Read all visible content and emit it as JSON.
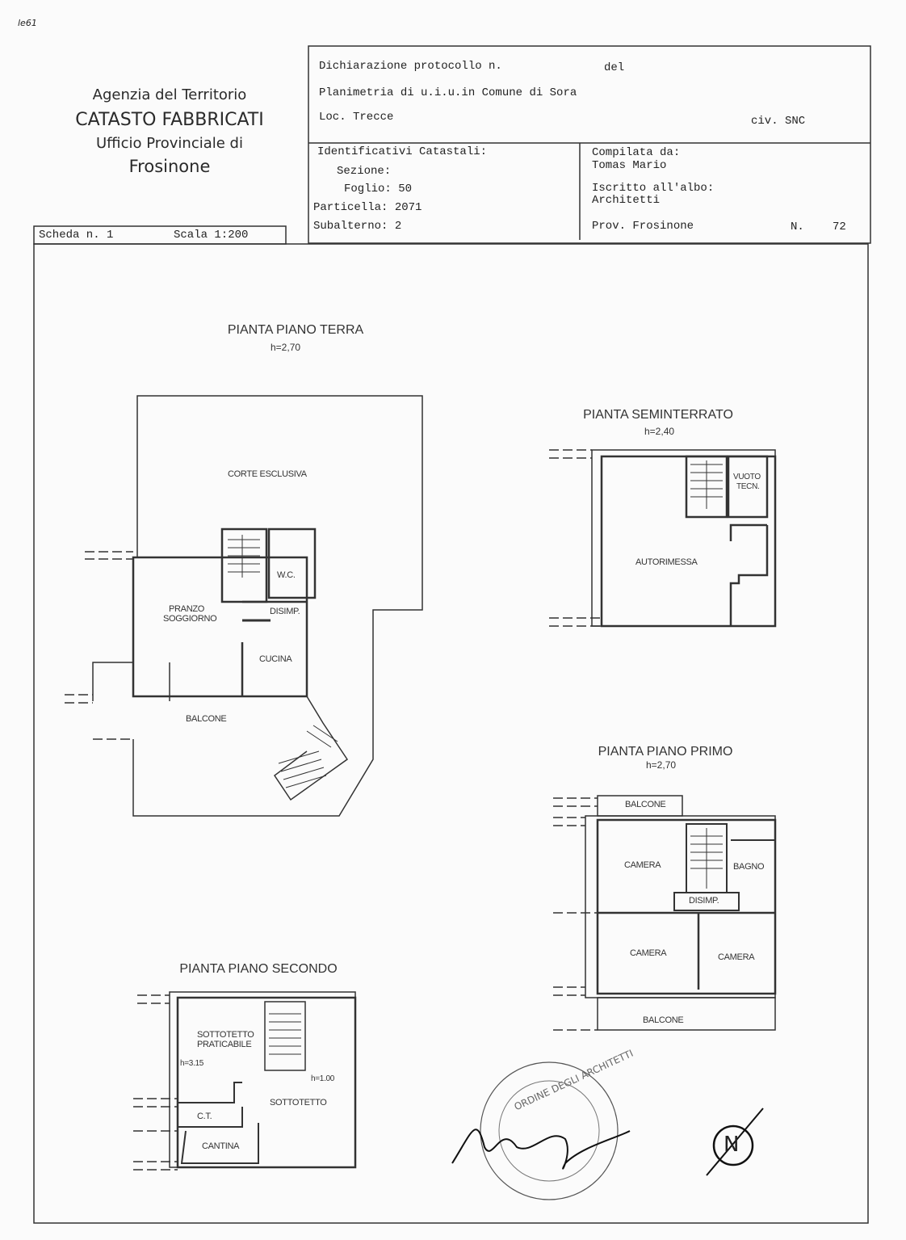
{
  "handwritten_note": "le61",
  "agency": {
    "line1": "Agenzia del Territorio",
    "line2": "CATASTO FABBRICATI",
    "line3": "Ufficio Provinciale di",
    "line4": "Frosinone"
  },
  "scheda": {
    "label": "Scheda n. 1",
    "scale": "Scala 1:200"
  },
  "header_box": {
    "protocol": "Dichiarazione protocollo n.",
    "del": "del",
    "planimetria": "Planimetria di u.i.u.in Comune di Sora",
    "loc": "Loc. Trecce",
    "civ": "civ. SNC",
    "ident_title": "Identificativi Catastali:",
    "sezione": "Sezione:",
    "foglio": "Foglio: 50",
    "particella": "Particella: 2071",
    "subalterno": "Subalterno: 2",
    "compilata": "Compilata da:",
    "compiler": "Tomas Mario",
    "iscritto": "Iscritto all'albo:",
    "albo": "Architetti",
    "prov": "Prov. Frosinone",
    "n_label": "N.",
    "n_value": "72"
  },
  "plans": {
    "terra": {
      "title": "PIANTA PIANO TERRA",
      "height": "h=2,70",
      "rooms": [
        "CORTE ESCLUSIVA",
        "W.C.",
        "PRANZO",
        "SOGGIORNO",
        "DISIMP.",
        "CUCINA",
        "BALCONE"
      ]
    },
    "seminterrato": {
      "title": "PIANTA SEMINTERRATO",
      "height": "h=2,40",
      "rooms": [
        "VUOTO",
        "TECN.",
        "AUTORIMESSA"
      ]
    },
    "primo": {
      "title": "PIANTA PIANO PRIMO",
      "height": "h=2,70",
      "rooms": [
        "BALCONE",
        "CAMERA",
        "BAGNO",
        "DISIMP.",
        "CAMERA",
        "CAMERA",
        "BALCONE"
      ]
    },
    "secondo": {
      "title": "PIANTA PIANO SECONDO",
      "rooms": [
        "SOTTOTETTO",
        "PRATICABILE",
        "h=3.15",
        "h=1.00",
        "SOTTOTETTO",
        "C.T.",
        "CANTINA"
      ]
    }
  },
  "stamp": {
    "text": "ORDINE DEGLI ARCHITETTI"
  },
  "north_arrow": {
    "label": "N"
  }
}
